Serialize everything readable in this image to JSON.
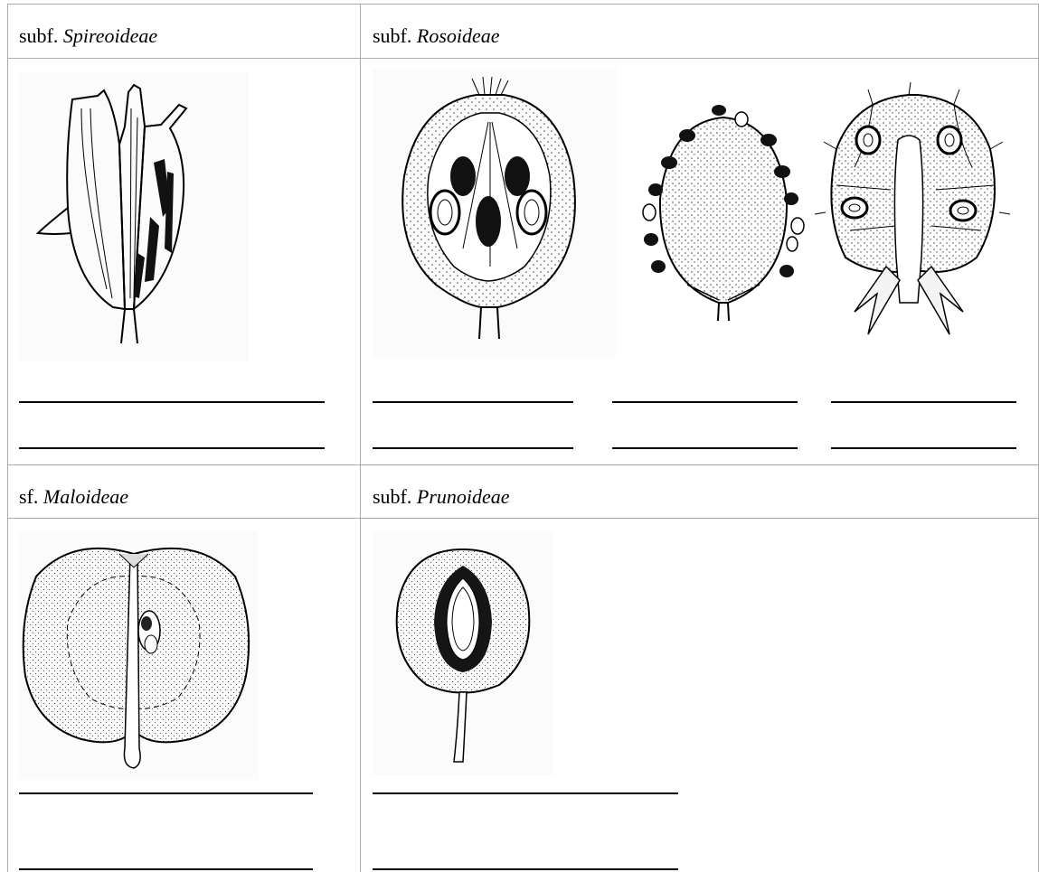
{
  "worksheet": {
    "cells": [
      {
        "prefix": "subf.",
        "name": "Spireoideae"
      },
      {
        "prefix": "subf.",
        "name": "Rosoideae"
      },
      {
        "prefix": "sf.",
        "name": "Maloideae"
      },
      {
        "prefix": "subf.",
        "name": "Prunoideae"
      }
    ]
  }
}
